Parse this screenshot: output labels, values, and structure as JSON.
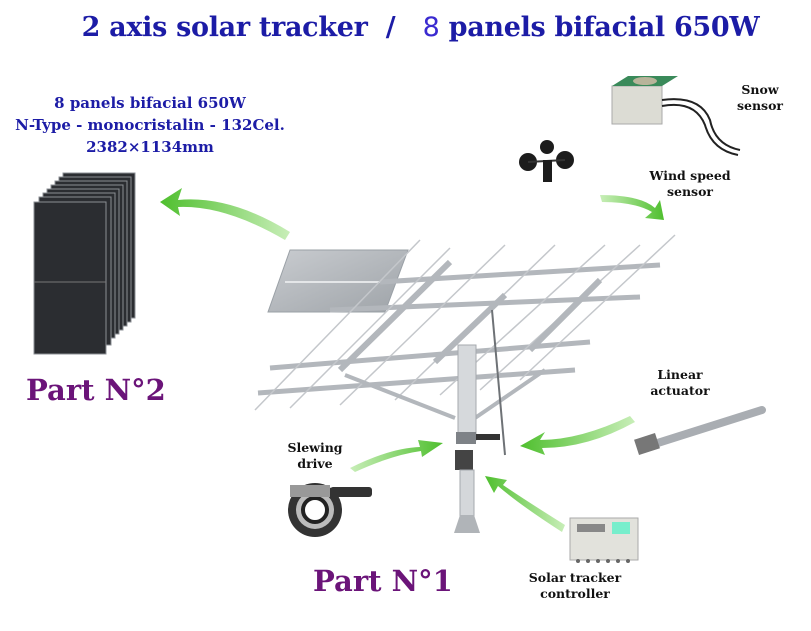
{
  "title": {
    "part1": "2 axis solar tracker",
    "separator": "/",
    "number": "8",
    "part2": "panels bifacial 650W"
  },
  "panel_spec": {
    "line1": "8 panels bifacial 650W",
    "line2": "N-Type - monocristalin - 132Cel.",
    "line3": "2382×1134mm"
  },
  "parts": {
    "part2": "Part N°2",
    "part1": "Part N°1"
  },
  "components": {
    "snow_sensor": "Snow\nsensor",
    "wind_speed_sensor": "Wind speed\nsensor",
    "linear_actuator": "Linear\nactuator",
    "slewing_drive": "Slewing\ndrive",
    "controller": "Solar tracker\ncontroller"
  },
  "colors": {
    "title": "#1c1ca6",
    "part": "#6b1479",
    "arrow": "#5cc43a"
  }
}
